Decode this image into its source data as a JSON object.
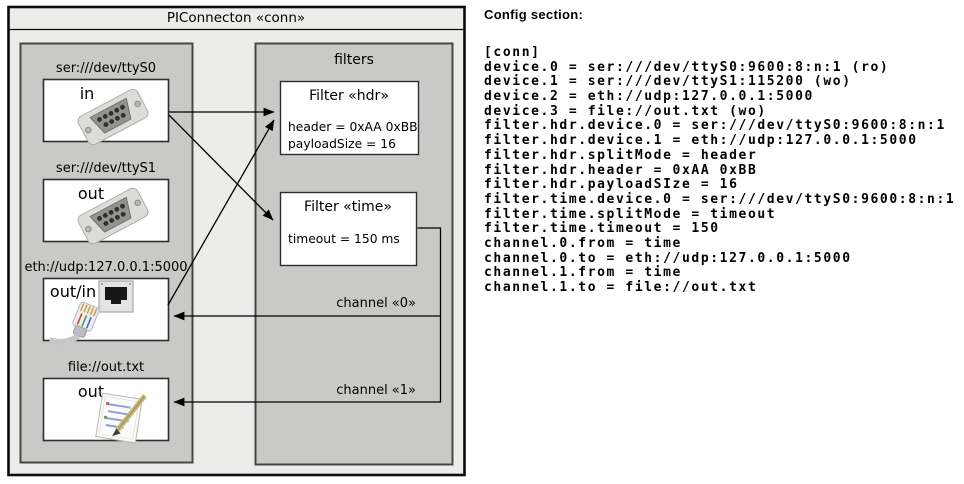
{
  "diagram": {
    "title": "PIConnecton «conn»",
    "devices": [
      {
        "uri": "ser:///dev/ttyS0",
        "direction": "in",
        "icon": "db9-serial-connector-photo"
      },
      {
        "uri": "ser:///dev/ttyS1",
        "direction": "out",
        "icon": "db9-serial-connector-photo"
      },
      {
        "uri": "eth://udp:127.0.0.1:5000",
        "direction": "out/in",
        "icon": "rj45-ethernet-connector-photo"
      },
      {
        "uri": "file://out.txt",
        "direction": "out",
        "icon": "notepad-document-icon"
      }
    ],
    "filters_group_label": "filters",
    "filters": [
      {
        "title": "Filter «hdr»",
        "attrs": [
          "header = 0xAA 0xBB",
          "payloadSize = 16"
        ]
      },
      {
        "title": "Filter «time»",
        "attrs": [
          "timeout = 150 ms"
        ]
      }
    ],
    "channels": [
      {
        "label": "channel «0»"
      },
      {
        "label": "channel «1»"
      }
    ],
    "colors": {
      "outer_fill": "#ececea",
      "group_fill": "#c9c9c7",
      "node_fill": "#ffffff",
      "line": "#000000"
    }
  },
  "config": {
    "heading": "Config section:",
    "lines": [
      "[conn]",
      "device.0 = ser:///dev/ttyS0:9600:8:n:1 (ro)",
      "device.1 = ser:///dev/ttyS1:115200 (wo)",
      "device.2 = eth://udp:127.0.0.1:5000",
      "device.3 = file://out.txt (wo)",
      "filter.hdr.device.0 = ser:///dev/ttyS0:9600:8:n:1",
      "filter.hdr.device.1 = eth://udp:127.0.0.1:5000",
      "filter.hdr.splitMode = header",
      "filter.hdr.header = 0xAA 0xBB",
      "filter.hdr.payloadSIze = 16",
      "filter.time.device.0 = ser:///dev/ttyS0:9600:8:n:1",
      "filter.time.splitMode = timeout",
      "filter.time.timeout = 150",
      "channel.0.from = time",
      "channel.0.to = eth://udp:127.0.0.1:5000",
      "channel.1.from = time",
      "channel.1.to = file://out.txt"
    ]
  }
}
